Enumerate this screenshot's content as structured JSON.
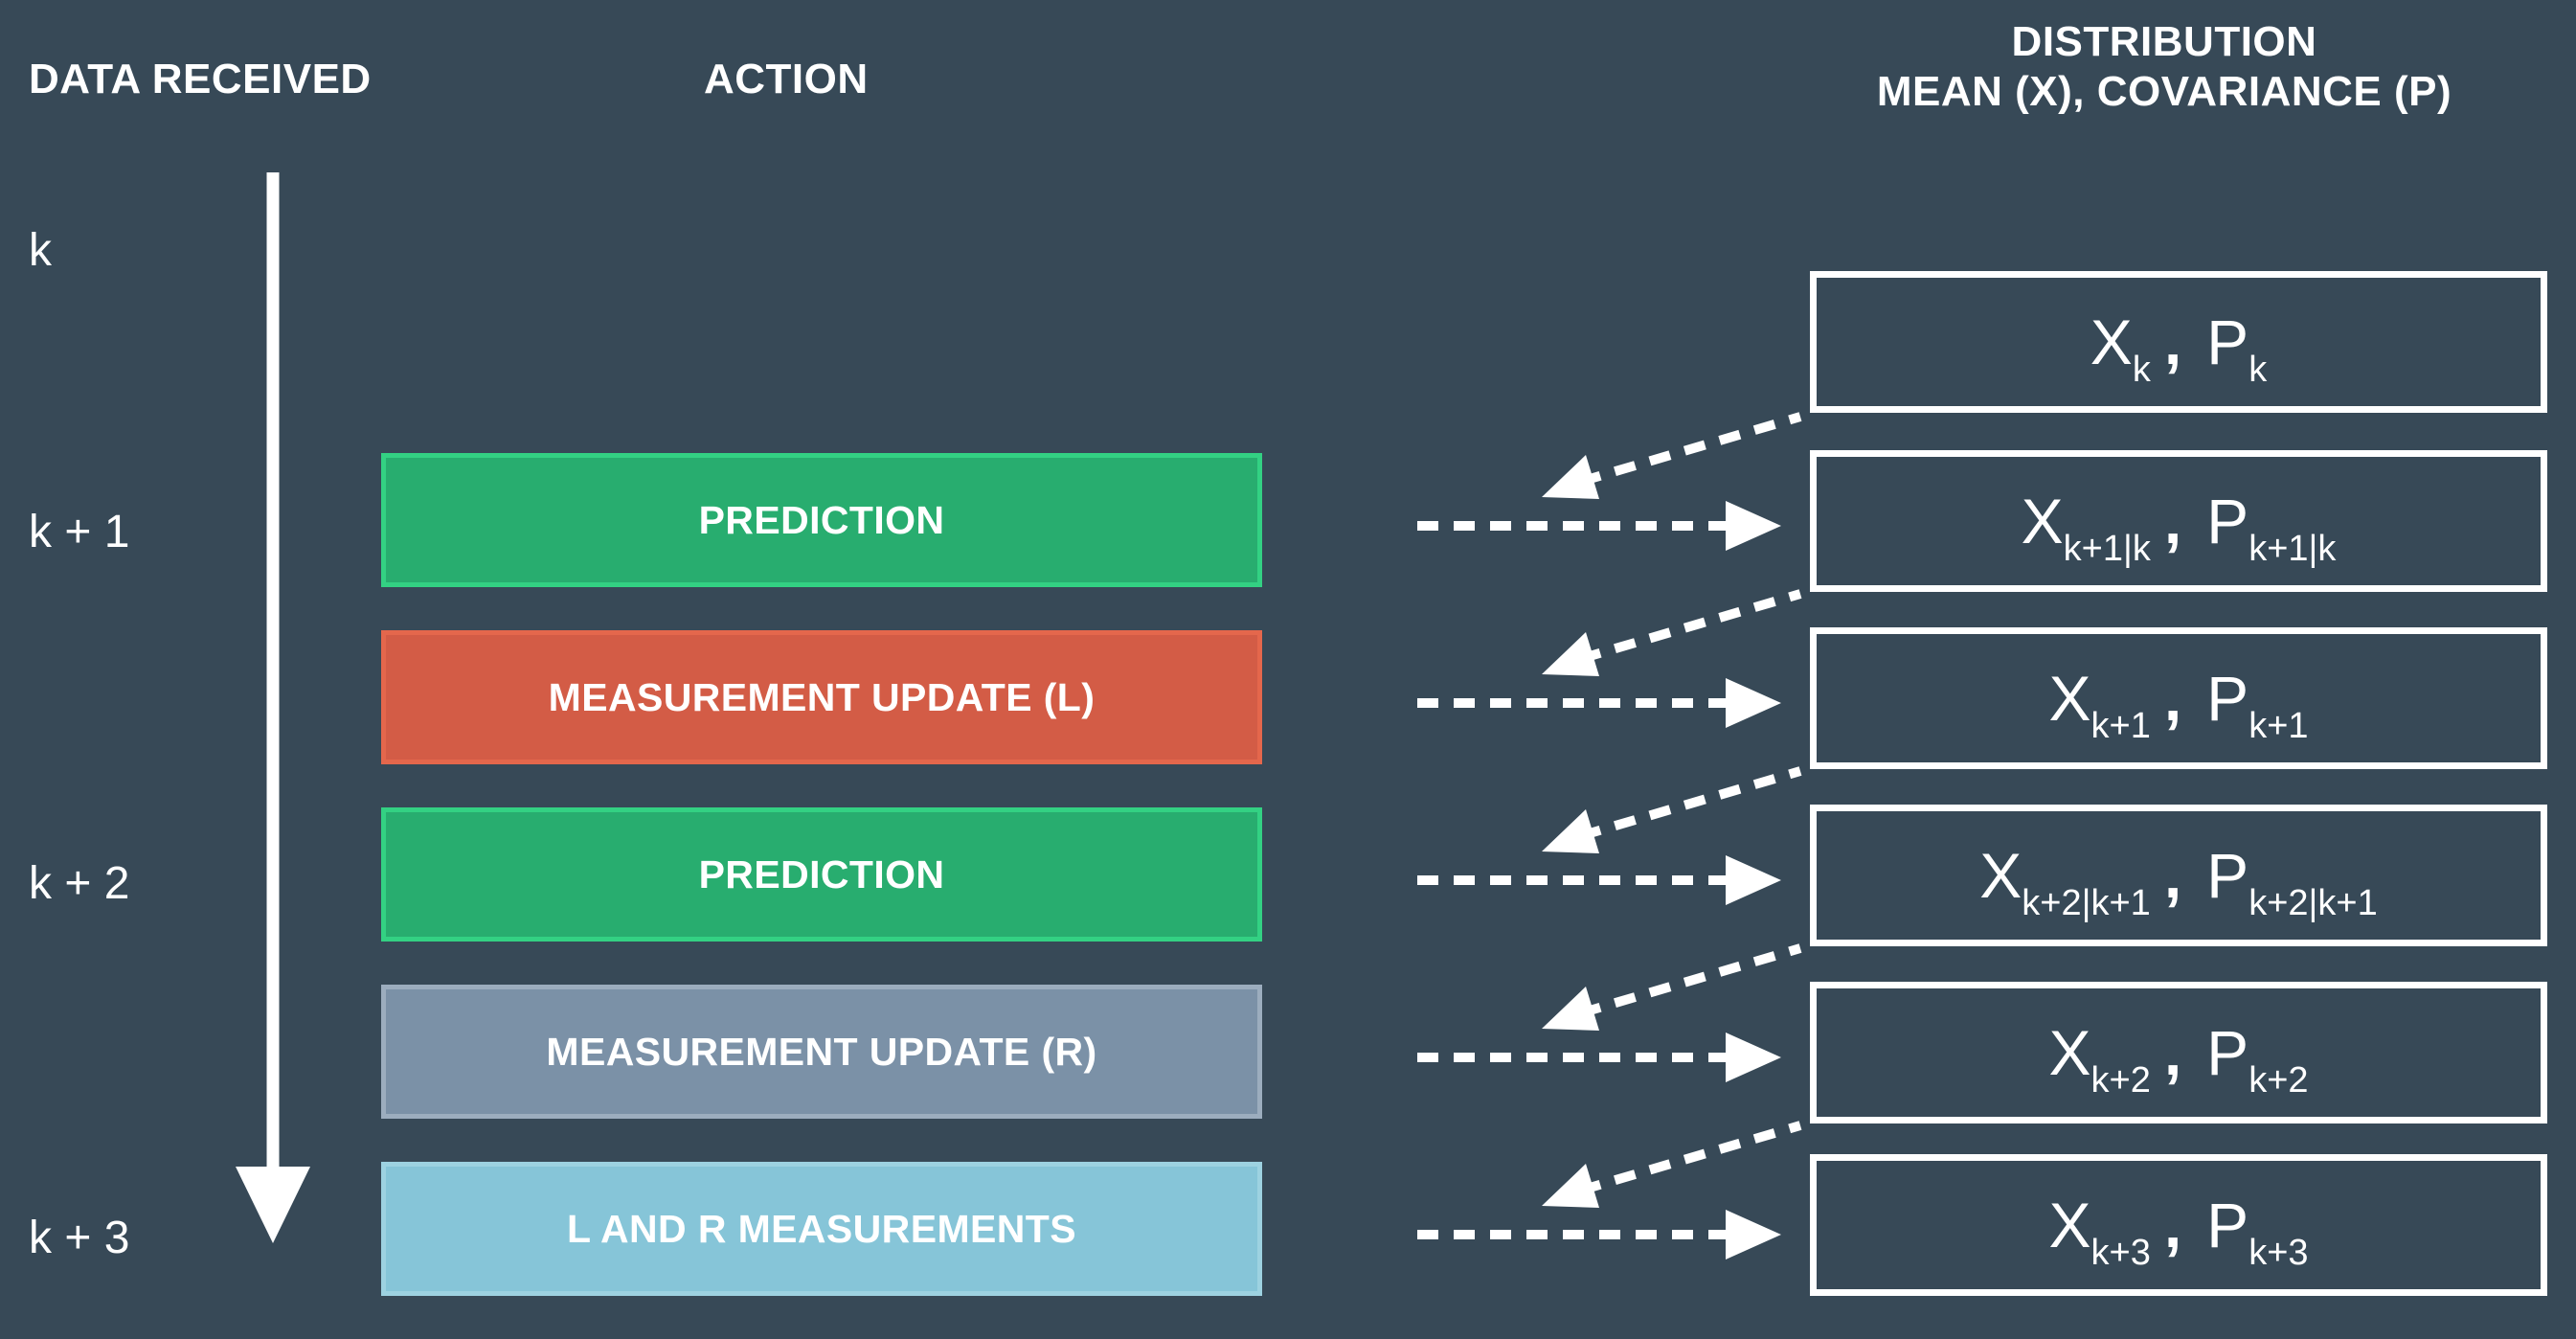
{
  "theme": {
    "background": "#374957",
    "white": "#ffffff",
    "green": "#28ad6f",
    "green_border": "#33d183",
    "red": "#d35c46",
    "red_border": "#e4674c",
    "slate": "#7b91a7",
    "slate_border": "#9cadbe",
    "lightblue": "#86c5d8",
    "lightblue_border": "#9dd2e1"
  },
  "headers": {
    "data_received": "DATA RECEIVED",
    "action": "ACTION",
    "distribution_line1": "DISTRIBUTION",
    "distribution_line2": "MEAN (X), COVARIANCE (P)"
  },
  "time_steps": [
    {
      "label": "k"
    },
    {
      "label": "k + 1"
    },
    {
      "label": "k + 2"
    },
    {
      "label": "k + 3"
    }
  ],
  "timeline": {
    "icon": "down-arrow-icon",
    "direction": "down"
  },
  "actions": [
    {
      "label": "PREDICTION",
      "color": "green"
    },
    {
      "label": "MEASUREMENT UPDATE (L)",
      "color": "red"
    },
    {
      "label": "PREDICTION",
      "color": "green"
    },
    {
      "label": "MEASUREMENT UPDATE (R)",
      "color": "slate"
    },
    {
      "label": "L AND R MEASUREMENTS",
      "color": "lightblue"
    }
  ],
  "arrows": [
    {
      "in_icon": "dashed-arrow-left-up-icon",
      "out_icon": "dashed-arrow-right-icon"
    },
    {
      "in_icon": "dashed-arrow-left-up-icon",
      "out_icon": "dashed-arrow-right-icon"
    },
    {
      "in_icon": "dashed-arrow-left-up-icon",
      "out_icon": "dashed-arrow-right-icon"
    },
    {
      "in_icon": "dashed-arrow-left-up-icon",
      "out_icon": "dashed-arrow-right-icon"
    },
    {
      "in_icon": "dashed-arrow-left-up-icon",
      "out_icon": "dashed-arrow-right-icon"
    }
  ],
  "distributions": [
    {
      "mean_sym": "X",
      "mean_sub": "k",
      "comma": ",",
      "cov_sym": "P",
      "cov_sub": "k"
    },
    {
      "mean_sym": "X",
      "mean_sub": "k+1|k",
      "comma": ",",
      "cov_sym": "P",
      "cov_sub": "k+1|k"
    },
    {
      "mean_sym": "X",
      "mean_sub": "k+1",
      "comma": ",",
      "cov_sym": "P",
      "cov_sub": "k+1"
    },
    {
      "mean_sym": "X",
      "mean_sub": "k+2|k+1",
      "comma": ",",
      "cov_sym": "P",
      "cov_sub": "k+2|k+1"
    },
    {
      "mean_sym": "X",
      "mean_sub": "k+2",
      "comma": ",",
      "cov_sym": "P",
      "cov_sub": "k+2"
    },
    {
      "mean_sym": "X",
      "mean_sub": "k+3",
      "comma": ",",
      "cov_sym": "P",
      "cov_sub": "k+3"
    }
  ]
}
